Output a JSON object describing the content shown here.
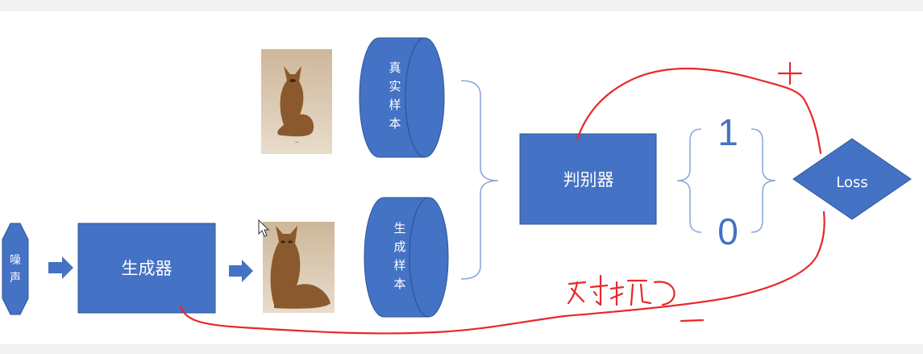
{
  "diagram": {
    "noise_chars": [
      "噪",
      "声"
    ],
    "generator_label": "生成器",
    "real_sample_chars": [
      "真",
      "实",
      "样",
      "本"
    ],
    "fake_sample_chars": [
      "生",
      "成",
      "样",
      "本"
    ],
    "discriminator_label": "判别器",
    "output_one": "1",
    "output_zero": "0",
    "loss_label": "Loss",
    "annotation_plus": "+",
    "annotation_minus": "−",
    "annotation_adversarial": "对抗"
  },
  "colors": {
    "shape_fill": "#4472c4",
    "shape_stroke": "#2f5597",
    "annotation": "#e8282a",
    "bracket": "#8eaadb"
  },
  "icons": [
    "cat-photo",
    "arrow-right-icon",
    "cursor-icon"
  ]
}
